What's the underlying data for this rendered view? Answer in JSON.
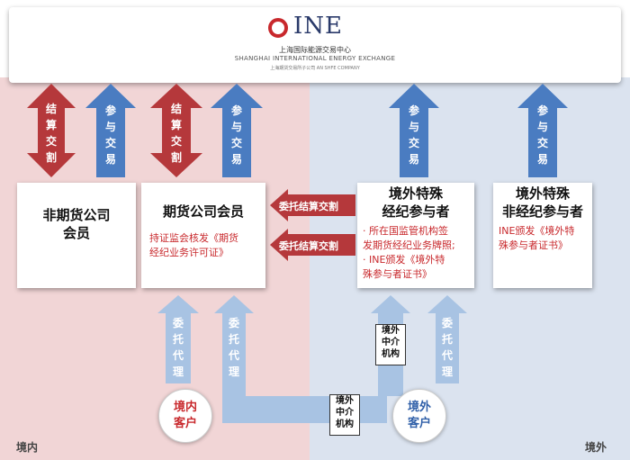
{
  "header": {
    "logo_text": "INE",
    "subtitle_cn": "上海国际能源交易中心",
    "subtitle_en": "SHANGHAI INTERNATIONAL ENERGY EXCHANGE",
    "tagline": "上海期货交易所子公司 AN SHFE COMPANY"
  },
  "zones": {
    "domestic": "境内",
    "foreign": "境外"
  },
  "boxes": {
    "non_futures": {
      "title": "非期货公司\n会员"
    },
    "futures": {
      "title": "期货公司会员",
      "note": "持证监会核发《期货\n经纪业务许可证》"
    },
    "foreign_broker": {
      "title": "境外特殊\n经纪参与者",
      "note": "· 所在国监管机构签\n发期货经纪业务牌照;\n· INE颁发《境外特\n殊参与者证书》"
    },
    "foreign_nonbroker": {
      "title": "境外特殊\n非经纪参与者",
      "note": "INE颁发《境外特\n殊参与者证书》"
    }
  },
  "arrows": {
    "settlement": "结\n算\n交\n割",
    "trading": "参\n与\n交\n易",
    "entrust_settlement": "委托结算交割",
    "entrust_agent": "委\n托\n代\n理"
  },
  "tags": {
    "intermediary": "境外\n中介\n机构"
  },
  "clients": {
    "domestic": "境内\n客户",
    "foreign": "境外\n客户"
  },
  "colors": {
    "red_arrow": "#b5383b",
    "blue_arrow": "#4a7cc1",
    "light_blue": "#a8c3e3",
    "domestic_bg": "#f1d5d6",
    "foreign_bg": "#dbe3ef"
  }
}
